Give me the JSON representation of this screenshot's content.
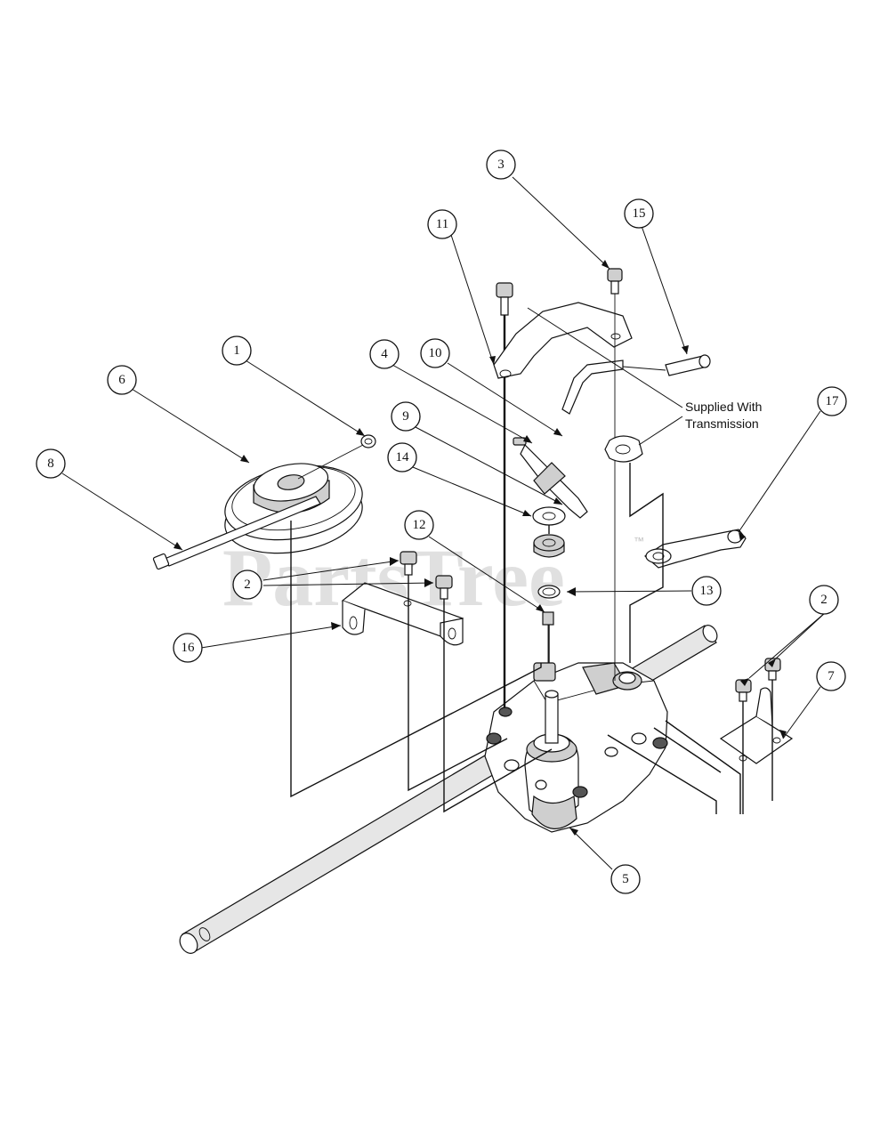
{
  "watermark": "PartsTree",
  "watermark_tm": "™",
  "note": {
    "line1": "Supplied With",
    "line2": "Transmission"
  },
  "callouts": {
    "c1": "1",
    "c2a": "2",
    "c2b": "2",
    "c3": "3",
    "c4": "4",
    "c5": "5",
    "c6": "6",
    "c7": "7",
    "c8": "8",
    "c9": "9",
    "c10": "10",
    "c11": "11",
    "c12": "12",
    "c13": "13",
    "c14": "14",
    "c15": "15",
    "c16": "16",
    "c17": "17"
  }
}
